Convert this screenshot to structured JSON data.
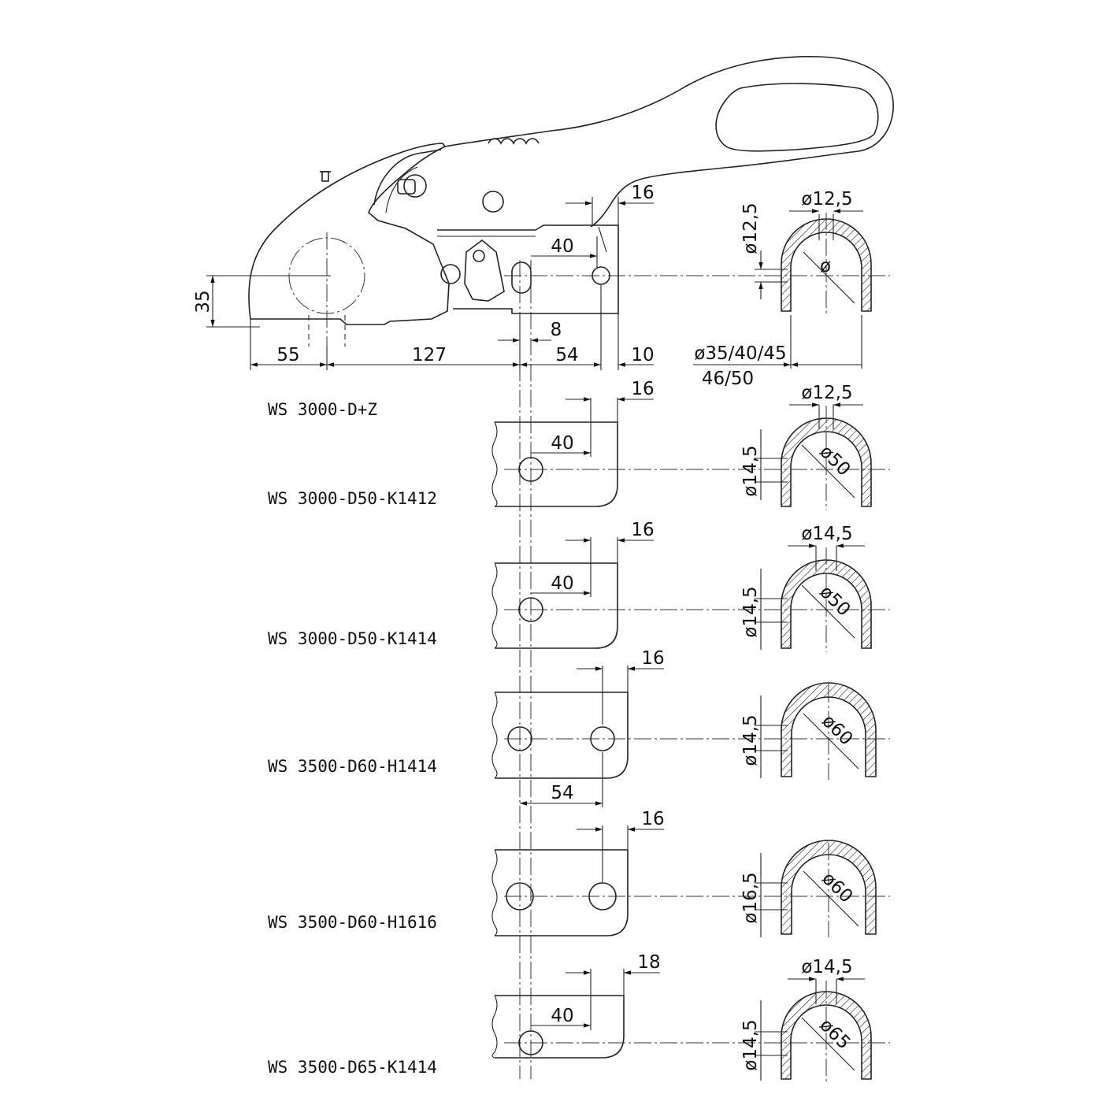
{
  "main_assembly": {
    "dims": {
      "d16_top": "16",
      "d40_top": "40",
      "d35": "35",
      "d55": "55",
      "d127": "127",
      "d8": "8",
      "d54": "54",
      "d10": "10"
    },
    "section": {
      "hole_dia": "ø12,5",
      "slot_height": "ø12,5",
      "bore_symbol": "ø",
      "ball_dia_line1": "ø35/40/45",
      "ball_dia_line2": "46/50"
    }
  },
  "variants": [
    {
      "label": "WS 3000-D+Z"
    },
    {
      "label": "WS 3000-D50-K1412",
      "d_right": "16",
      "d_pitch": "40",
      "section_top": "ø12,5",
      "section_side": "ø14,5",
      "section_bore": "ø50"
    },
    {
      "label": "WS 3000-D50-K1414",
      "d_right": "16",
      "d_pitch": "40",
      "section_top": "ø14,5",
      "section_side": "ø14,5",
      "section_bore": "ø50"
    },
    {
      "label": "WS 3500-D60-H1414",
      "d_right": "16",
      "d_pitch": "54",
      "section_side": "ø14,5",
      "section_bore": "ø60"
    },
    {
      "label": "WS 3500-D60-H1616",
      "d_right": "16",
      "section_side": "ø16,5",
      "section_bore": "ø60"
    },
    {
      "label": "WS 3500-D65-K1414",
      "d_right": "18",
      "d_pitch": "40",
      "section_top": "ø14,5",
      "section_side": "ø14,5",
      "section_bore": "ø65"
    }
  ]
}
